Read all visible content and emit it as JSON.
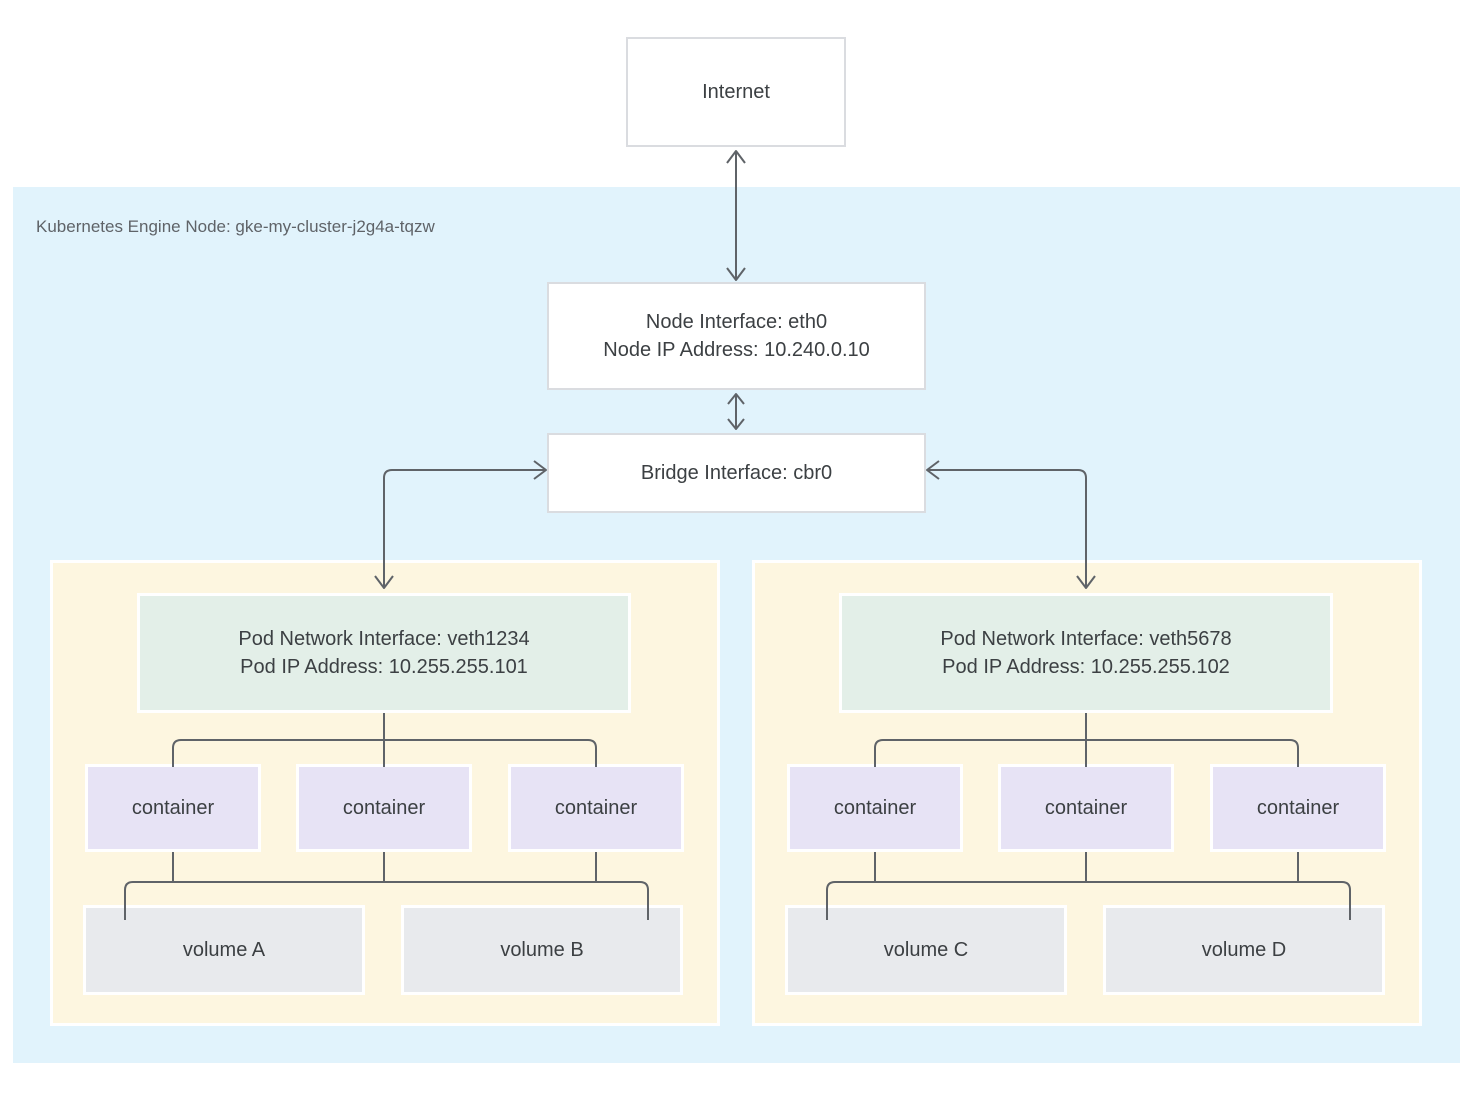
{
  "diagram": {
    "internet_label": "Internet",
    "node_group_label": "Kubernetes Engine Node: gke-my-cluster-j2g4a-tqzw",
    "node_interface": {
      "line1": "Node Interface: eth0",
      "line2": "Node IP Address: 10.240.0.10"
    },
    "bridge_interface": {
      "label": "Bridge Interface: cbr0"
    },
    "pods": [
      {
        "interface_line1": "Pod Network Interface: veth1234",
        "interface_line2": "Pod IP Address: 10.255.255.101",
        "containers": [
          "container",
          "container",
          "container"
        ],
        "volumes": [
          "volume A",
          "volume B"
        ]
      },
      {
        "interface_line1": "Pod Network Interface: veth5678",
        "interface_line2": "Pod IP Address: 10.255.255.102",
        "containers": [
          "container",
          "container",
          "container"
        ],
        "volumes": [
          "volume C",
          "volume D"
        ]
      }
    ],
    "colors": {
      "node_bg": "#e1f3fc",
      "pod_bg": "#fdf6e0",
      "iface_bg": "#e3efe8",
      "container_bg": "#e7e3f5",
      "volume_bg": "#e8eaed",
      "box_border": "#dadce0",
      "line": "#5f6368",
      "text": "#3c4043",
      "label_text": "#5f6368"
    }
  }
}
